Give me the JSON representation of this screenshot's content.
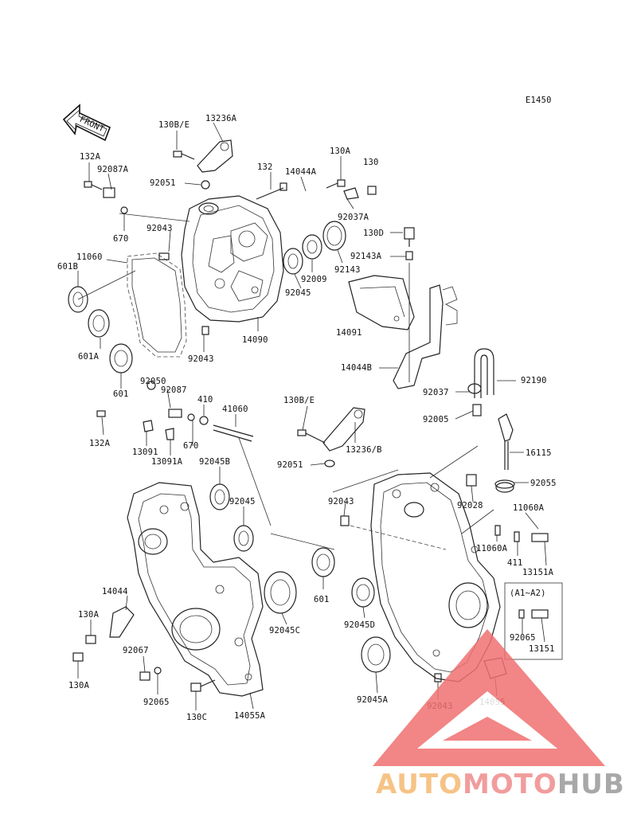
{
  "diagram_code": "E1450",
  "front_label": "FRONT",
  "parts": [
    {
      "id": "p1",
      "label": "130B/E"
    },
    {
      "id": "p2",
      "label": "13236A"
    },
    {
      "id": "p3",
      "label": "132A"
    },
    {
      "id": "p4",
      "label": "92087A"
    },
    {
      "id": "p5",
      "label": "92051"
    },
    {
      "id": "p6",
      "label": "132"
    },
    {
      "id": "p7",
      "label": "14044A"
    },
    {
      "id": "p8",
      "label": "130A"
    },
    {
      "id": "p9",
      "label": "130"
    },
    {
      "id": "p10",
      "label": "92037A"
    },
    {
      "id": "p11",
      "label": "670"
    },
    {
      "id": "p12",
      "label": "92043"
    },
    {
      "id": "p13",
      "label": "130D"
    },
    {
      "id": "p14",
      "label": "11060"
    },
    {
      "id": "p15",
      "label": "601B"
    },
    {
      "id": "p16",
      "label": "92143A"
    },
    {
      "id": "p17",
      "label": "92143"
    },
    {
      "id": "p18",
      "label": "92009"
    },
    {
      "id": "p19",
      "label": "92045"
    },
    {
      "id": "p20",
      "label": "14091"
    },
    {
      "id": "p21",
      "label": "601A"
    },
    {
      "id": "p22",
      "label": "14090"
    },
    {
      "id": "p23",
      "label": "92043"
    },
    {
      "id": "p24",
      "label": "14044B"
    },
    {
      "id": "p25",
      "label": "601"
    },
    {
      "id": "p26",
      "label": "92050"
    },
    {
      "id": "p27",
      "label": "92087"
    },
    {
      "id": "p28",
      "label": "410"
    },
    {
      "id": "p29",
      "label": "41060"
    },
    {
      "id": "p30",
      "label": "92190"
    },
    {
      "id": "p31",
      "label": "92037"
    },
    {
      "id": "p32",
      "label": "130B/E"
    },
    {
      "id": "p33",
      "label": "92005"
    },
    {
      "id": "p34",
      "label": "132A"
    },
    {
      "id": "p35",
      "label": "13091"
    },
    {
      "id": "p36",
      "label": "670"
    },
    {
      "id": "p37",
      "label": "13236/B"
    },
    {
      "id": "p38",
      "label": "13091A"
    },
    {
      "id": "p39",
      "label": "92045B"
    },
    {
      "id": "p40",
      "label": "16115"
    },
    {
      "id": "p41",
      "label": "92051"
    },
    {
      "id": "p42",
      "label": "92055"
    },
    {
      "id": "p43",
      "label": "92045"
    },
    {
      "id": "p44",
      "label": "92043"
    },
    {
      "id": "p45",
      "label": "92028"
    },
    {
      "id": "p46",
      "label": "11060A"
    },
    {
      "id": "p47",
      "label": "11060A"
    },
    {
      "id": "p48",
      "label": "411"
    },
    {
      "id": "p49",
      "label": "13151A"
    },
    {
      "id": "p50",
      "label": "14044"
    },
    {
      "id": "p51",
      "label": "601"
    },
    {
      "id": "p52",
      "label": "(A1~A2)"
    },
    {
      "id": "p53",
      "label": "130A"
    },
    {
      "id": "p54",
      "label": "92045C"
    },
    {
      "id": "p55",
      "label": "92045D"
    },
    {
      "id": "p56",
      "label": "92065"
    },
    {
      "id": "p57",
      "label": "13151"
    },
    {
      "id": "p58",
      "label": "92067"
    },
    {
      "id": "p59",
      "label": "130A"
    },
    {
      "id": "p60",
      "label": "92065"
    },
    {
      "id": "p61",
      "label": "14055"
    },
    {
      "id": "p62",
      "label": "92045A"
    },
    {
      "id": "p63",
      "label": "92043"
    },
    {
      "id": "p64",
      "label": "130C"
    },
    {
      "id": "p65",
      "label": "14055A"
    }
  ],
  "watermark": {
    "part1": "AUTO",
    "part2": "MOTO",
    "part3": "HUB",
    "color1": "#f5b971",
    "color2": "#f08b8b",
    "color3": "#9a9a9a",
    "triangle_color": "#f07070"
  }
}
